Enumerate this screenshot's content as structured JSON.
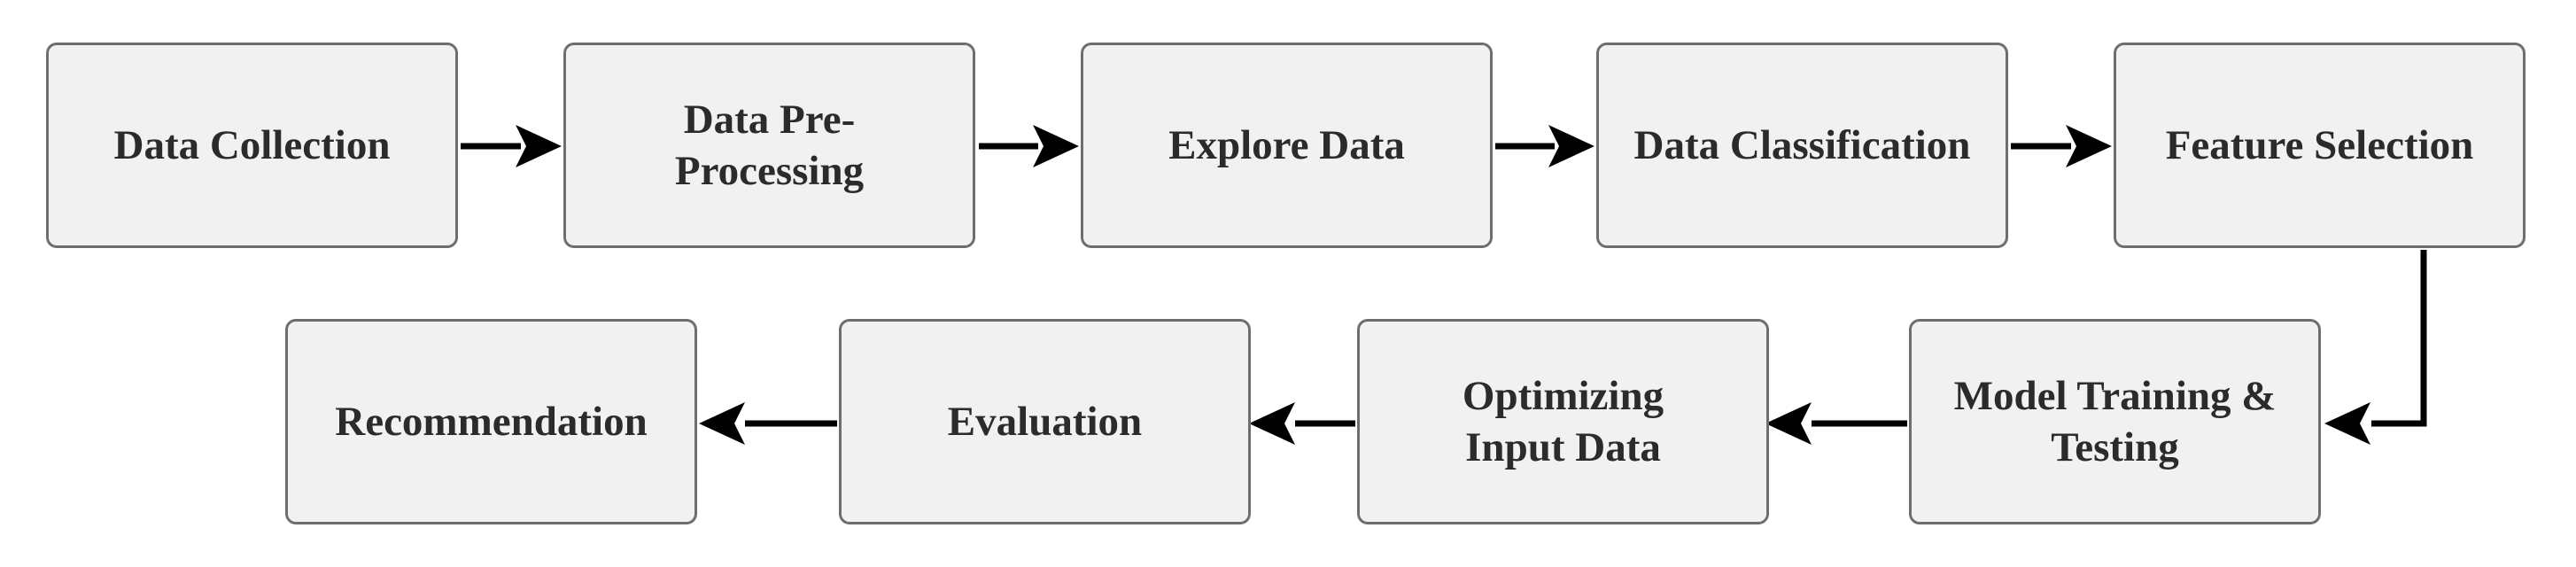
{
  "steps": {
    "data_collection": "Data Collection",
    "data_preprocessing": "Data Pre-\nProcessing",
    "explore_data": "Explore Data",
    "data_classification": "Data Classification",
    "feature_selection": "Feature Selection",
    "model_training_testing": "Model Training &\nTesting",
    "optimizing_input_data": "Optimizing\nInput Data",
    "evaluation": "Evaluation",
    "recommendation": "Recommendation"
  },
  "colors": {
    "box_fill": "#f1f1f1",
    "box_border": "#6e6e6e",
    "arrow": "#000000",
    "text": "#2b2b2b"
  }
}
